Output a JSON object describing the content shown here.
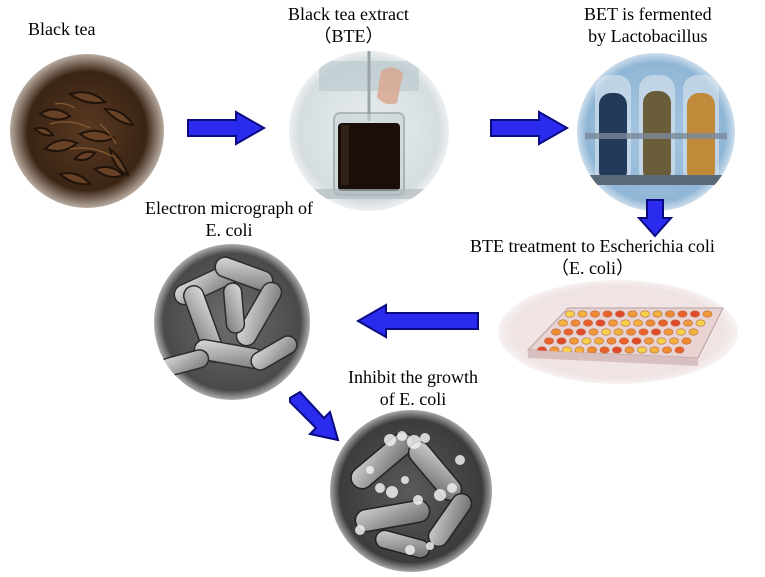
{
  "colors": {
    "arrow_fill": "#2b2bf0",
    "arrow_stroke": "#0a0a80"
  },
  "steps": {
    "black_tea": {
      "label": "Black tea",
      "icon": "black-tea-leaves-image"
    },
    "extract": {
      "label_line1": "Black tea extract",
      "label_line2": "（BTE）",
      "icon": "beaker-extract-image"
    },
    "fermented": {
      "label_line1": "BET is fermented",
      "label_line2": "by Lactobacillus",
      "icon": "test-tubes-image"
    },
    "treatment": {
      "label_line1": "BTE treatment to Escherichia coli",
      "label_line2": "（E. coli）",
      "icon": "well-plate-image"
    },
    "micrograph": {
      "label_line1": "Electron micrograph of",
      "label_line2": "E. coli",
      "icon": "ecoli-micrograph-image"
    },
    "inhibit": {
      "label_line1": "Inhibit the growth",
      "label_line2": "of E. coli",
      "icon": "inhibited-ecoli-image"
    }
  }
}
